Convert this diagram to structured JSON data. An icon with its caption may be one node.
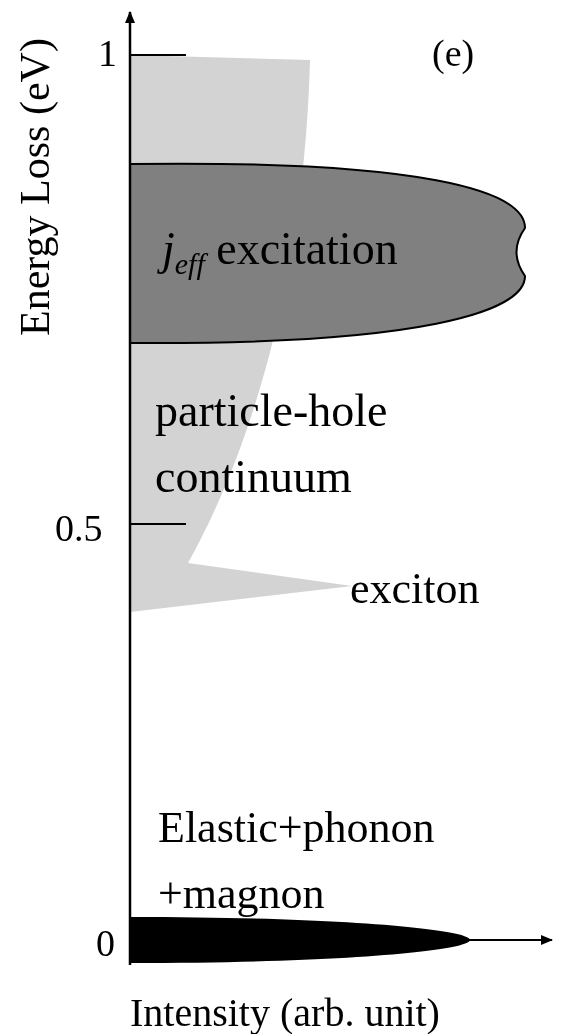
{
  "diagram": {
    "labels": [
      "1",
      "(e)",
      "Energy Loss (eV)",
      "*j*$_{eff}$ excitation",
      "particle-hole continuum",
      "0.5",
      "exciton",
      "Elastic+phonon +magnon",
      "0",
      "Intensity (arb. unit)"
    ]
  }
}
